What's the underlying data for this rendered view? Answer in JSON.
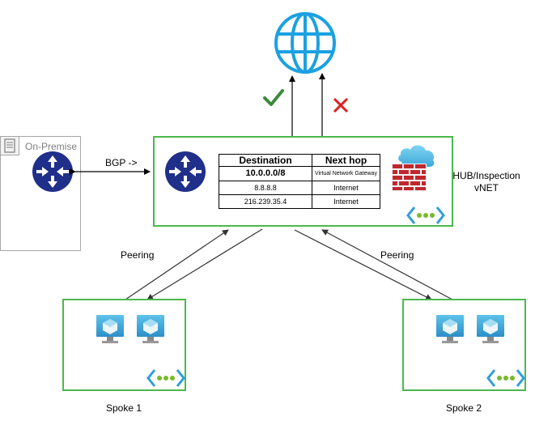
{
  "onprem": {
    "title": "On-Premise"
  },
  "bgp_label": "BGP ->",
  "hub": {
    "label_line1": "HUB/Inspection",
    "label_line2": "vNET",
    "route_table": {
      "headers": [
        "Destination",
        "Next hop"
      ],
      "rows": [
        {
          "destination": "10.0.0.0/8",
          "next_hop": "Virtual Network Gateway"
        },
        {
          "destination": "8.8.8.8",
          "next_hop": "Internet"
        },
        {
          "destination": "216.239.35.4",
          "next_hop": "Internet"
        }
      ]
    }
  },
  "peering_left": "Peering",
  "peering_right": "Peering",
  "spoke1": {
    "label": "Spoke 1"
  },
  "spoke2": {
    "label": "Spoke 2"
  },
  "icons": {
    "globe": "globe-icon",
    "router": "router-icon",
    "firewall": "firewall-icon",
    "vnet": "vnet-icon",
    "vm": "vm-icon",
    "check": "check-icon",
    "cross": "cross-icon"
  },
  "colors": {
    "green_border": "#4cb84c",
    "router_blue": "#1f2f8a",
    "globe_blue": "#1ba1e2",
    "check_green": "#3c8a3c",
    "cross_red": "#e02020"
  }
}
